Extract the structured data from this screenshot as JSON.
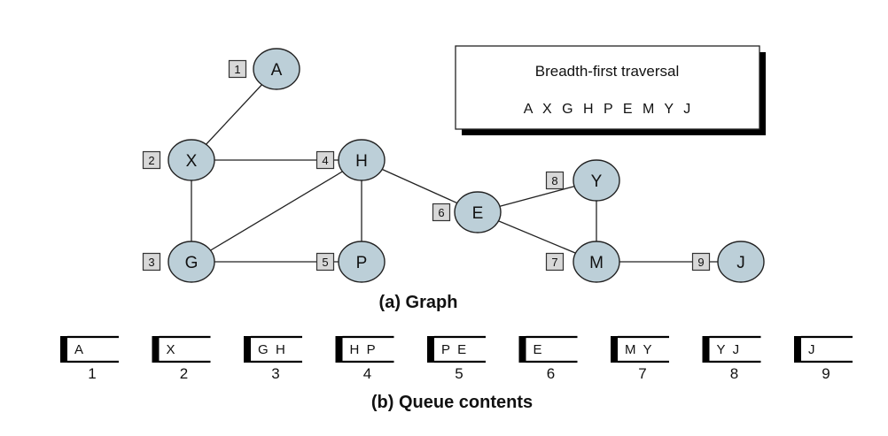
{
  "traversal_box": {
    "title": "Breadth-first traversal",
    "sequence": "A X G H P E M Y J"
  },
  "graph": {
    "caption": "(a) Graph",
    "nodes": [
      {
        "id": "A",
        "order": "1"
      },
      {
        "id": "X",
        "order": "2"
      },
      {
        "id": "G",
        "order": "3"
      },
      {
        "id": "H",
        "order": "4"
      },
      {
        "id": "P",
        "order": "5"
      },
      {
        "id": "E",
        "order": "6"
      },
      {
        "id": "M",
        "order": "7"
      },
      {
        "id": "Y",
        "order": "8"
      },
      {
        "id": "J",
        "order": "9"
      }
    ],
    "edges": [
      [
        "A",
        "X"
      ],
      [
        "X",
        "H"
      ],
      [
        "X",
        "G"
      ],
      [
        "G",
        "H"
      ],
      [
        "G",
        "P"
      ],
      [
        "H",
        "P"
      ],
      [
        "H",
        "E"
      ],
      [
        "E",
        "Y"
      ],
      [
        "E",
        "M"
      ],
      [
        "Y",
        "M"
      ],
      [
        "M",
        "J"
      ]
    ]
  },
  "queue": {
    "caption": "(b) Queue contents",
    "steps": [
      {
        "contents": "A",
        "step": "1"
      },
      {
        "contents": "X",
        "step": "2"
      },
      {
        "contents": "G  H",
        "step": "3"
      },
      {
        "contents": "H  P",
        "step": "4"
      },
      {
        "contents": "P  E",
        "step": "5"
      },
      {
        "contents": "E",
        "step": "6"
      },
      {
        "contents": "M  Y",
        "step": "7"
      },
      {
        "contents": "Y  J",
        "step": "8"
      },
      {
        "contents": "J",
        "step": "9"
      }
    ]
  },
  "colors": {
    "node_fill": "#bccfd8",
    "badge_fill": "#d8d8d8"
  }
}
